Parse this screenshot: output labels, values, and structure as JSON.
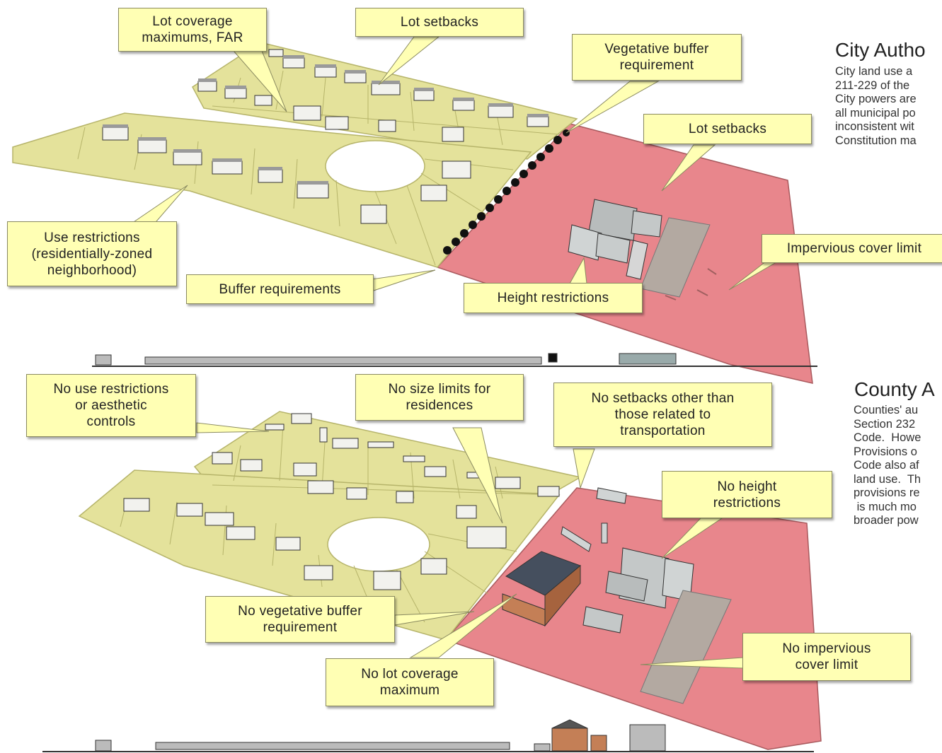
{
  "colors": {
    "residential": "#e4e29b",
    "residential_edge": "#b6b46a",
    "commercial": "#e8868c",
    "commercial_edge": "#a95a5e",
    "callout_fill": "#ffffb4",
    "building_roof": "#9a9a9a",
    "building_wall": "#f2f2ee"
  },
  "city_panel": {
    "callouts": {
      "lot_coverage": "Lot coverage\nmaximums, FAR",
      "lot_setbacks_top": "Lot setbacks",
      "vegetative_buffer": "Vegetative buffer\nrequirement",
      "lot_setbacks_right": "Lot setbacks",
      "use_restrictions": "Use restrictions\n(residentially-zoned\nneighborhood)",
      "buffer_requirements": "Buffer requirements",
      "height_restrictions": "Height restrictions",
      "impervious_cover": "Impervious cover limit"
    },
    "side_title": "City Autho",
    "side_text": "City land use a\n211-229 of the\nCity powers are\nall municipal po\ninconsistent wit\nConstitution ma"
  },
  "county_panel": {
    "callouts": {
      "no_use_restrictions": "No use restrictions\nor aesthetic\ncontrols",
      "no_size_limits": "No size limits for\nresidences",
      "no_setbacks": "No setbacks other than\nthose related to\ntransportation",
      "no_height": "No height\nrestrictions",
      "no_vegetative": "No vegetative buffer\nrequirement",
      "no_lot_coverage": "No lot coverage\nmaximum",
      "no_impervious": "No impervious\ncover limit"
    },
    "side_title": "County A",
    "side_text": "Counties' au\nSection 232\nCode.  Howe\nProvisions o\nCode also af\nland use.  Th\nprovisions re\n is much mo\nbroader pow"
  }
}
